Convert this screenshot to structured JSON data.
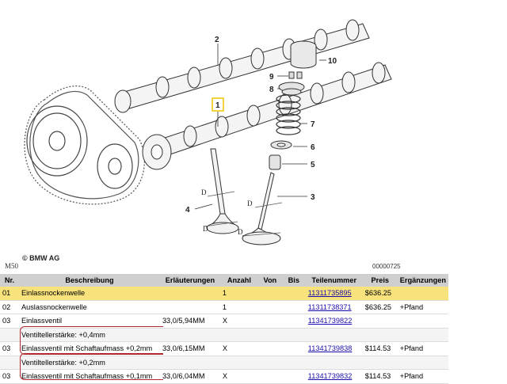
{
  "diagram": {
    "callouts": [
      "1",
      "2",
      "3",
      "4",
      "5",
      "6",
      "7",
      "8",
      "9",
      "10"
    ],
    "d_label": "D",
    "model_label": "M50",
    "copyright": "© BMW AG",
    "image_number": "00000725"
  },
  "table": {
    "headers": [
      "Nr.",
      "Beschreibung",
      "Erläuterungen",
      "Anzahl",
      "Von",
      "Bis",
      "Teilenummer",
      "Preis",
      "Ergänzungen"
    ],
    "rows": [
      {
        "nr": "01",
        "desc": "Einlassnockenwelle",
        "erl": "",
        "anz": "1",
        "von": "",
        "bis": "",
        "tn": "11311735895",
        "preis": "$636.25",
        "erg": "",
        "highlight": true
      },
      {
        "nr": "02",
        "desc": "Auslassnockenwelle",
        "erl": "",
        "anz": "1",
        "von": "",
        "bis": "",
        "tn": "11311738371",
        "preis": "$636.25",
        "erg": "+Pfand"
      },
      {
        "nr": "03",
        "desc": "Einlassventil",
        "erl": "33,0/5,94MM",
        "anz": "X",
        "von": "",
        "bis": "",
        "tn": "11341739822",
        "preis": "",
        "erg": ""
      },
      {
        "nr": "",
        "desc": "Ventiltellerstärke: +0,4mm",
        "note": true
      },
      {
        "nr": "03",
        "desc": "Einlassventil mit Schaftaufmass +0,2mm",
        "erl": "33,0/6,15MM",
        "anz": "X",
        "von": "",
        "bis": "",
        "tn": "11341739838",
        "preis": "$114.53",
        "erg": "+Pfand"
      },
      {
        "nr": "",
        "desc": "Ventiltellerstärke: +0,2mm",
        "note": true
      },
      {
        "nr": "03",
        "desc": "Einlassventil mit Schaftaufmass +0,1mm",
        "erl": "33,0/6,04MM",
        "anz": "X",
        "von": "",
        "bis": "",
        "tn": "11341739832",
        "preis": "$114.53",
        "erg": "+Pfand"
      }
    ]
  },
  "colors": {
    "highlight": "#f8e27c",
    "header_bg": "#cfcfcf",
    "link": "#1a0dab",
    "bracket": "#b0272d",
    "callout_box": "#f2c400"
  }
}
